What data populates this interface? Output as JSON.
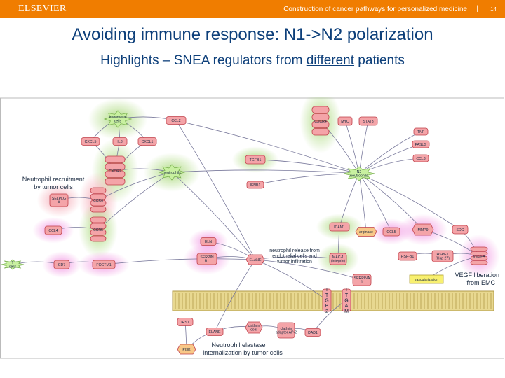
{
  "header": {
    "brand": "ELSEVIER",
    "title": "Construction of cancer pathways for personalized medicine",
    "separator": "|",
    "page": "14",
    "color": "#f07d00"
  },
  "slide": {
    "title": "Avoiding immune response: N1->N2 polarization",
    "subtitle_pre": "Highlights – SNEA regulators from ",
    "subtitle_underlined": "different",
    "subtitle_post": " patients"
  },
  "diagram": {
    "nodes": {
      "endothelial": "endothelial cells",
      "ccl2": "CCL2",
      "cxcr4": "CXCR4",
      "myc": "MYC",
      "stat3": "STAT3",
      "cxcl5": "CXCL5",
      "il8": "IL8",
      "cxcl1": "CXCL1",
      "tnf": "TNF",
      "fasl": "FASLG",
      "ccl3": "CCL3",
      "tgfb1": "TGFB1",
      "cxcr2": "CXCR2",
      "neutrophils": "neutrophils",
      "n2": "N2 neutrophils",
      "ifnb1": "IFNB1",
      "selpla": "SELPLG A",
      "ccr6": "CCR6",
      "ccl4": "CCL4",
      "ccr5": "CCR5",
      "icam1": "ICAM1",
      "arginase": "arginase",
      "ccl5": "CCL5",
      "mmp9": "MMP9",
      "sdc": "SDC",
      "tcells": "T cells",
      "cd7": "CD7",
      "fegtm1": "FCGTM1",
      "eln": "ELN",
      "serpinb1": "SERPIN B1",
      "elane_c": "ELANE",
      "mac1": "MAC-1 (integrin)",
      "hsfb1": "HSF-B1",
      "hspe1": "HSPE1 (Hsp 27)",
      "vegfa": "VEGFA",
      "serpina1": "SERPINA 1",
      "vasc": "vascularization",
      "itgb2": "ITGB2",
      "itgam": "ITGAM",
      "irs1": "IRS1",
      "elane_m": "ELANE",
      "clathrin": "clathrin coat",
      "adaptor": "clathrin adaptor AP-2",
      "dad1": "DAD1",
      "pi3k": "PI3K"
    },
    "labels": {
      "recruit": [
        "Neutrophil recruitment",
        "by tumor cells"
      ],
      "release": [
        "neutrophil release from",
        "endothelial cells and",
        "tumor infiltration"
      ],
      "vegf": [
        "VEGF liberation",
        "from EMC"
      ],
      "internal": [
        "Neutrophil elastase",
        "internalization by tumor cells"
      ]
    },
    "colors": {
      "node_fill": "#f4a4a8",
      "node_stroke": "#c0404a",
      "glow_red": "#f7c6cc",
      "glow_green": "#c8e6a8",
      "glow_pink": "#f3b4e6",
      "membrane": "#c8b060",
      "edge": "#7a7a9c",
      "label": "#1a2a40"
    }
  }
}
